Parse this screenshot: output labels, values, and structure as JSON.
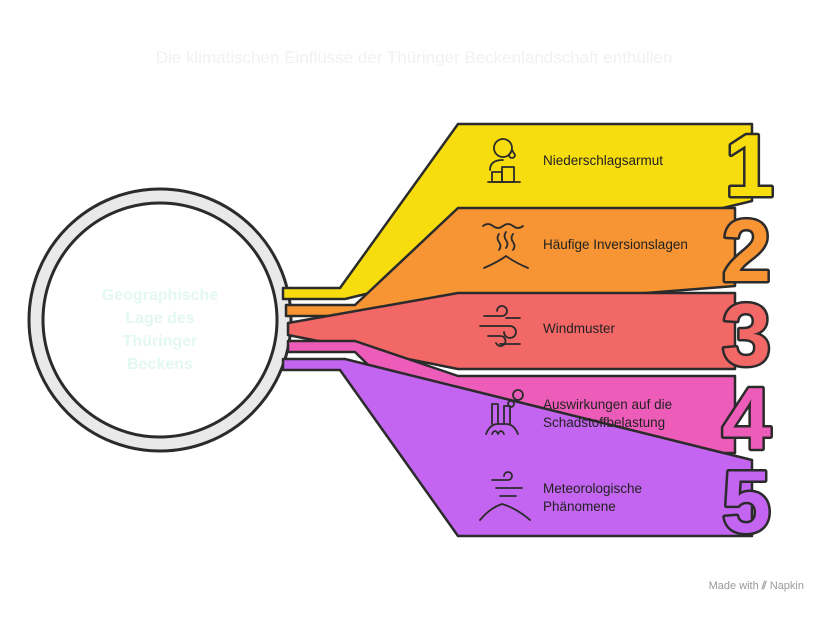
{
  "title": "Die klimatischen Einflüsse der Thüringer Beckenlandschaft enthüllen",
  "center": {
    "lines": [
      "Geographische",
      "Lage des",
      "Thüringer",
      "Beckens"
    ]
  },
  "items": [
    {
      "number": "1",
      "lines": [
        "Niederschlagsarmut"
      ],
      "color": "#f7dd0e",
      "icon": "person-rain-icon"
    },
    {
      "number": "2",
      "lines": [
        "Häufige Inversionslagen"
      ],
      "color": "#f79433",
      "icon": "volcano-heat-icon"
    },
    {
      "number": "3",
      "lines": [
        "Windmuster"
      ],
      "color": "#f26867",
      "icon": "wind-icon"
    },
    {
      "number": "4",
      "lines": [
        "Auswirkungen auf die",
        "Schadstoffbelastung"
      ],
      "color": "#ee5cb9",
      "icon": "factory-smoke-icon"
    },
    {
      "number": "5",
      "lines": [
        "Meteorologische",
        "Phänomene"
      ],
      "color": "#c365f1",
      "icon": "mountain-wind-icon"
    }
  ],
  "footer": {
    "made_with": "Made with",
    "brand": "Napkin"
  }
}
